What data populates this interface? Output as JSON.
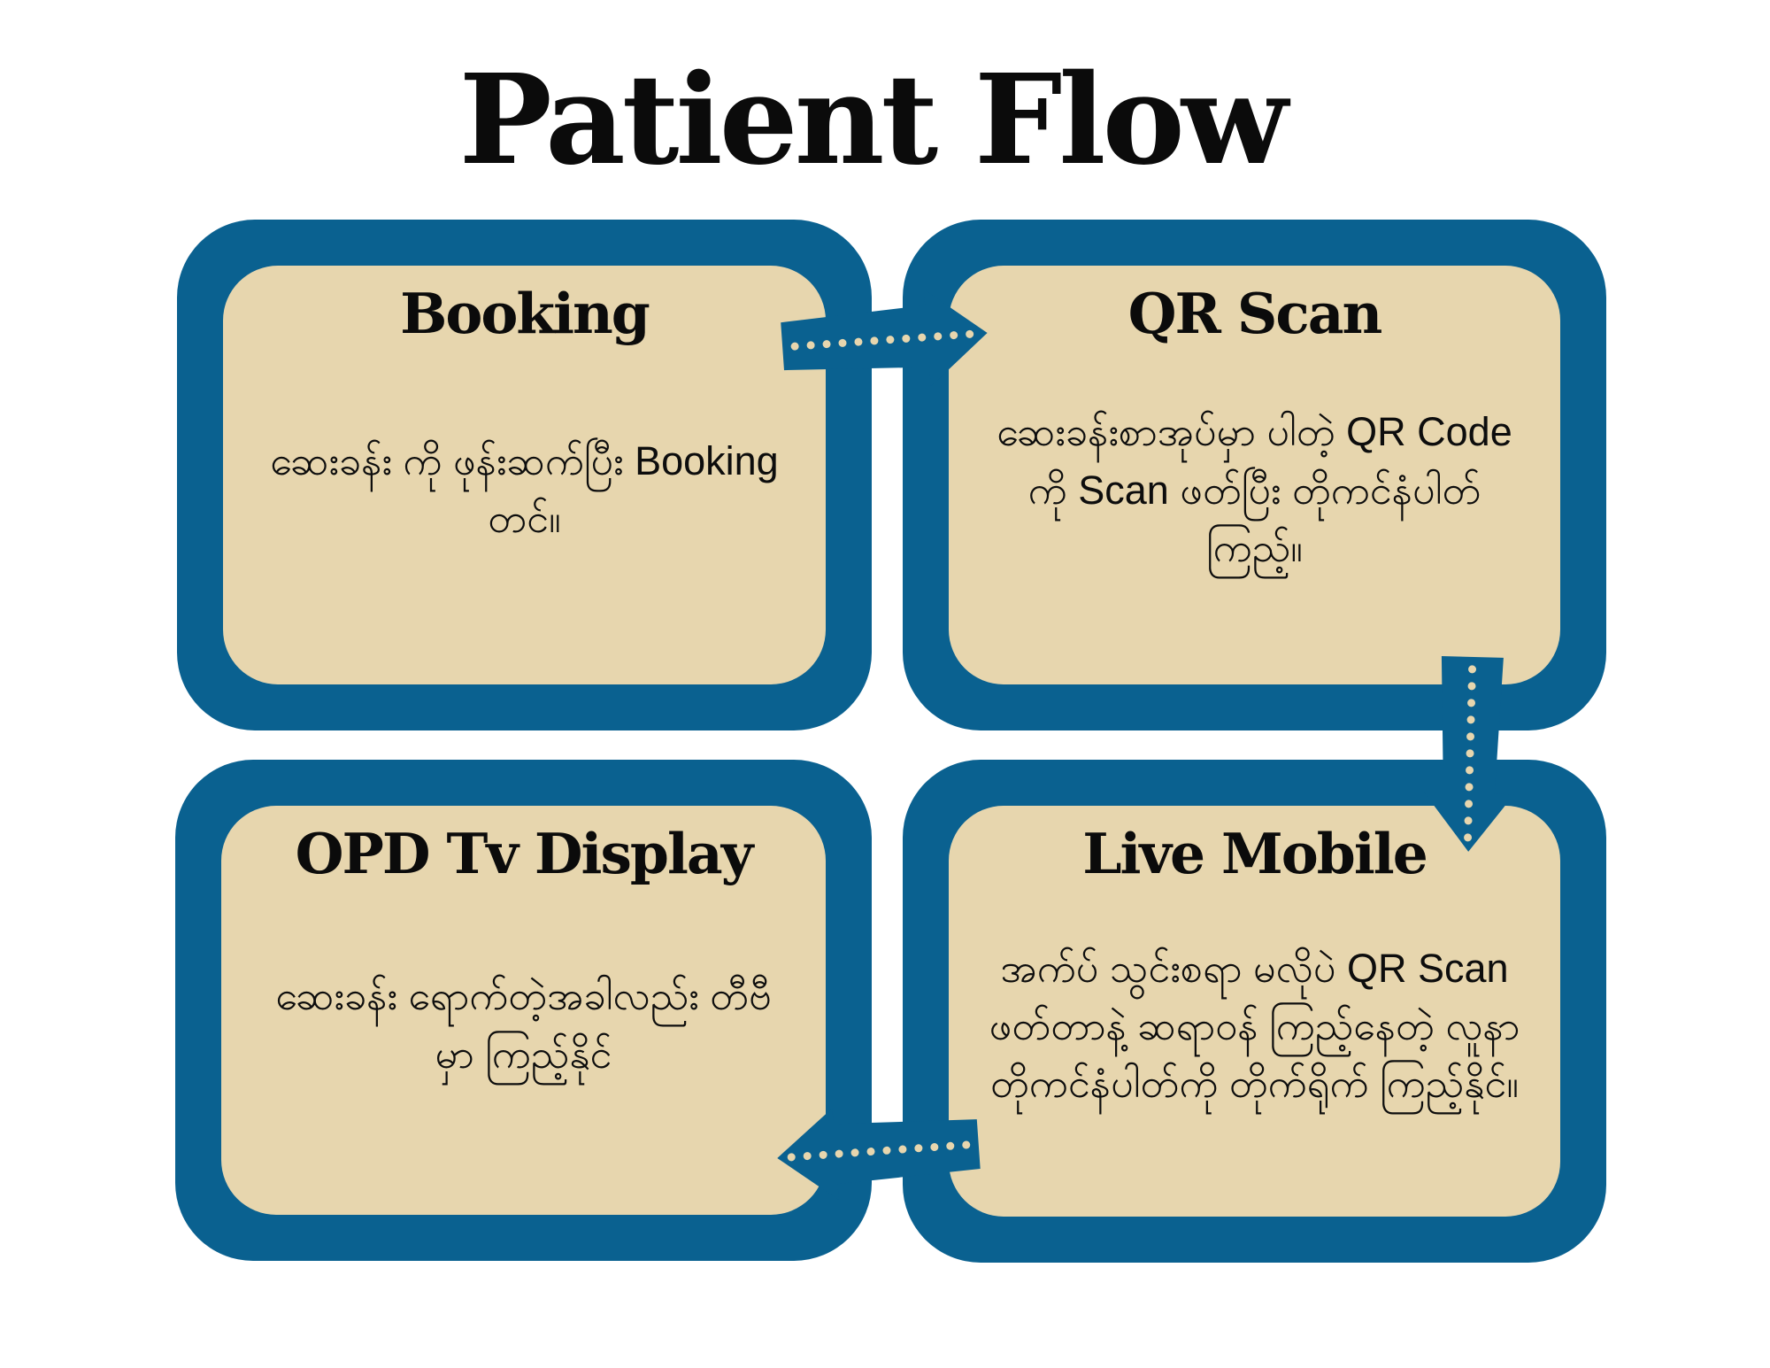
{
  "title": "Patient Flow",
  "colors": {
    "arrow_and_border_teal": "#0a6190",
    "card_fill_beige": "#e7d6ae",
    "text_black": "#0d0d0d",
    "page_background": "#ffffff"
  },
  "cards": [
    {
      "id": "booking",
      "step": 1,
      "heading": "Booking",
      "body": "ဆေးခန်း ကို ဖုန်းဆက်ပြီး Booking တင်။"
    },
    {
      "id": "qr-scan",
      "step": 2,
      "heading": "QR Scan",
      "body": "ဆေးခန်းစာအုပ်မှာ ပါတဲ့ QR Code ကို Scan ဖတ်ပြီး တိုကင်နံပါတ် ကြည့်။"
    },
    {
      "id": "opd-tv-display",
      "step": 4,
      "heading": "OPD Tv Display",
      "body": "ဆေးခန်း ရောက်တဲ့အခါလည်း တီဗီ မှာ ကြည့်နိုင်"
    },
    {
      "id": "live-mobile",
      "step": 3,
      "heading": "Live Mobile",
      "body": "အက်ပ် သွင်းစရာ မလိုပဲ QR Scan ဖတ်တာနဲ့ ဆရာဝန် ကြည့်နေတဲ့ လူနာတိုကင်နံပါတ်ကို တိုက်ရိုက် ကြည့်နိုင်။"
    }
  ],
  "arrows": [
    {
      "icon": "dotted-arrow-right-icon",
      "from": "booking",
      "to": "qr-scan",
      "direction": "right"
    },
    {
      "icon": "dotted-arrow-down-icon",
      "from": "qr-scan",
      "to": "live-mobile",
      "direction": "down"
    },
    {
      "icon": "dotted-arrow-left-icon",
      "from": "live-mobile",
      "to": "opd-tv-display",
      "direction": "left"
    }
  ]
}
